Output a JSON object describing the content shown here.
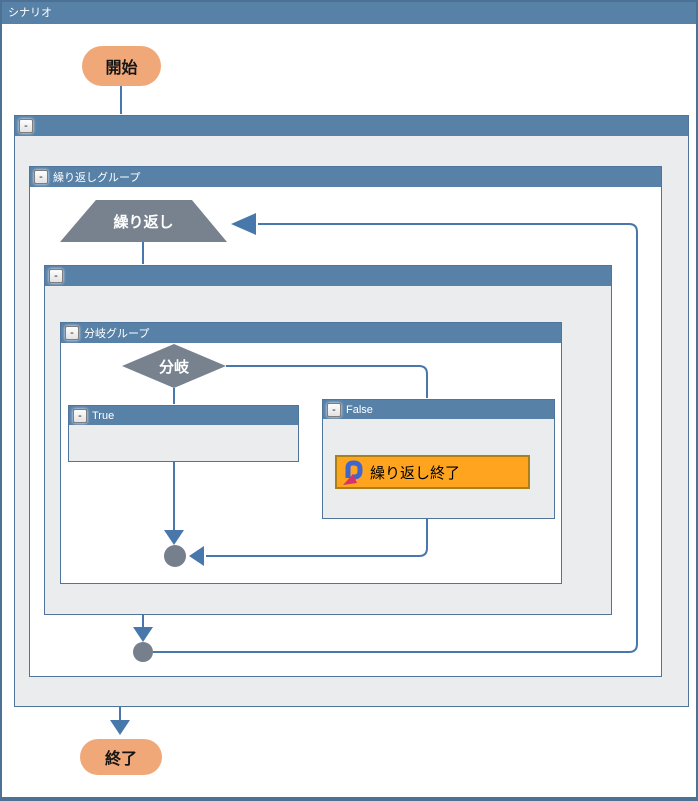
{
  "window": {
    "title": "シナリオ"
  },
  "ui": {
    "collapse_glyph": "-"
  },
  "colors": {
    "header_blue": "#5881a8",
    "box_border": "#4f759c",
    "connector_blue": "#4878ab",
    "shape_gray": "#78828e",
    "terminal_orange": "#f1a878",
    "loop_end_fill": "#ffa41f",
    "loop_end_border": "#a9801a",
    "group_body_gray": "#ebecee"
  },
  "nodes": {
    "start": {
      "label": "開始"
    },
    "loop": {
      "label": "繰り返し"
    },
    "branch": {
      "label": "分岐"
    },
    "loop_end": {
      "label": "繰り返し終了"
    },
    "end": {
      "label": "終了"
    }
  },
  "groups": {
    "outer": {
      "label": ""
    },
    "loop_group": {
      "label": "繰り返しグループ"
    },
    "inner": {
      "label": ""
    },
    "branch_group": {
      "label": "分岐グループ"
    },
    "true_branch": {
      "label": "True"
    },
    "false_branch": {
      "label": "False"
    }
  }
}
